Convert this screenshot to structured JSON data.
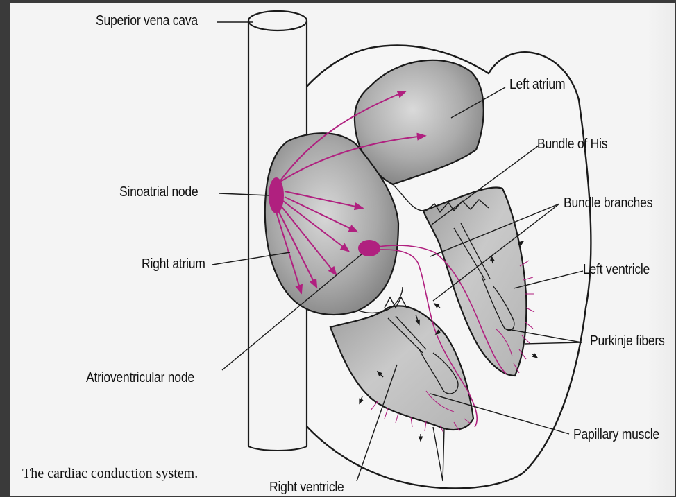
{
  "caption": "The cardiac conduction system.",
  "labels": {
    "superior_vena_cava": "Superior vena cava",
    "left_atrium": "Left atrium",
    "bundle_of_his": "Bundle of His",
    "sinoatrial_node": "Sinoatrial node",
    "bundle_branches": "Bundle branches",
    "left_ventricle": "Left ventricle",
    "right_atrium": "Right atrium",
    "purkinje_fibers": "Purkinje fibers",
    "atrioventricular_node": "Atrioventricular node",
    "papillary_muscle": "Papillary muscle",
    "right_ventricle": "Right ventricle"
  },
  "colors": {
    "conduction": "#b0207f",
    "tissue": "#a9a9a9",
    "outline": "#1a1a1a"
  }
}
